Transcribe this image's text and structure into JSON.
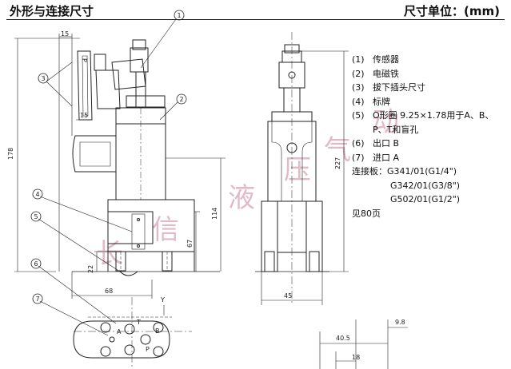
{
  "header": {
    "title": "外形与连接尺寸",
    "unit_label": "尺寸单位：(mm)"
  },
  "legend": [
    {
      "index": "(1)",
      "text": "传感器"
    },
    {
      "index": "(2)",
      "text": "电磁铁"
    },
    {
      "index": "(3)",
      "text": "拔下插头尺寸"
    },
    {
      "index": "(4)",
      "text": "标牌"
    },
    {
      "index": "(5)",
      "text": "O形圈 9.25×1.78用于A、B、"
    },
    {
      "index": "",
      "text": "P、T和盲孔"
    },
    {
      "index": "(6)",
      "text": "出口 B"
    },
    {
      "index": "(7)",
      "text": "进口 A"
    }
  ],
  "subplates": {
    "label": "连接板：",
    "items": [
      "G341/01(G1/4\")",
      "G342/01(G3/8\")",
      "G502/01(G1/2\")"
    ]
  },
  "see_page": "见80页",
  "callouts": [
    "1",
    "2",
    "3",
    "4",
    "5",
    "6",
    "7"
  ],
  "dimensions": {
    "d15_top": "15",
    "d15_side": "15",
    "d178": "178",
    "d114": "114",
    "d67": "67",
    "d22": "22",
    "d68": "68",
    "d227": "227",
    "d45": "45",
    "d9_8": "9.8",
    "d40_5": "40.5",
    "d18": "18"
  },
  "port_labels": {
    "a": "A",
    "b": "B",
    "p": "P",
    "t": "T",
    "y": "Y",
    "p_sensor": "P"
  },
  "watermark": [
    "长",
    "信",
    "液",
    "压",
    "气",
    "动"
  ]
}
